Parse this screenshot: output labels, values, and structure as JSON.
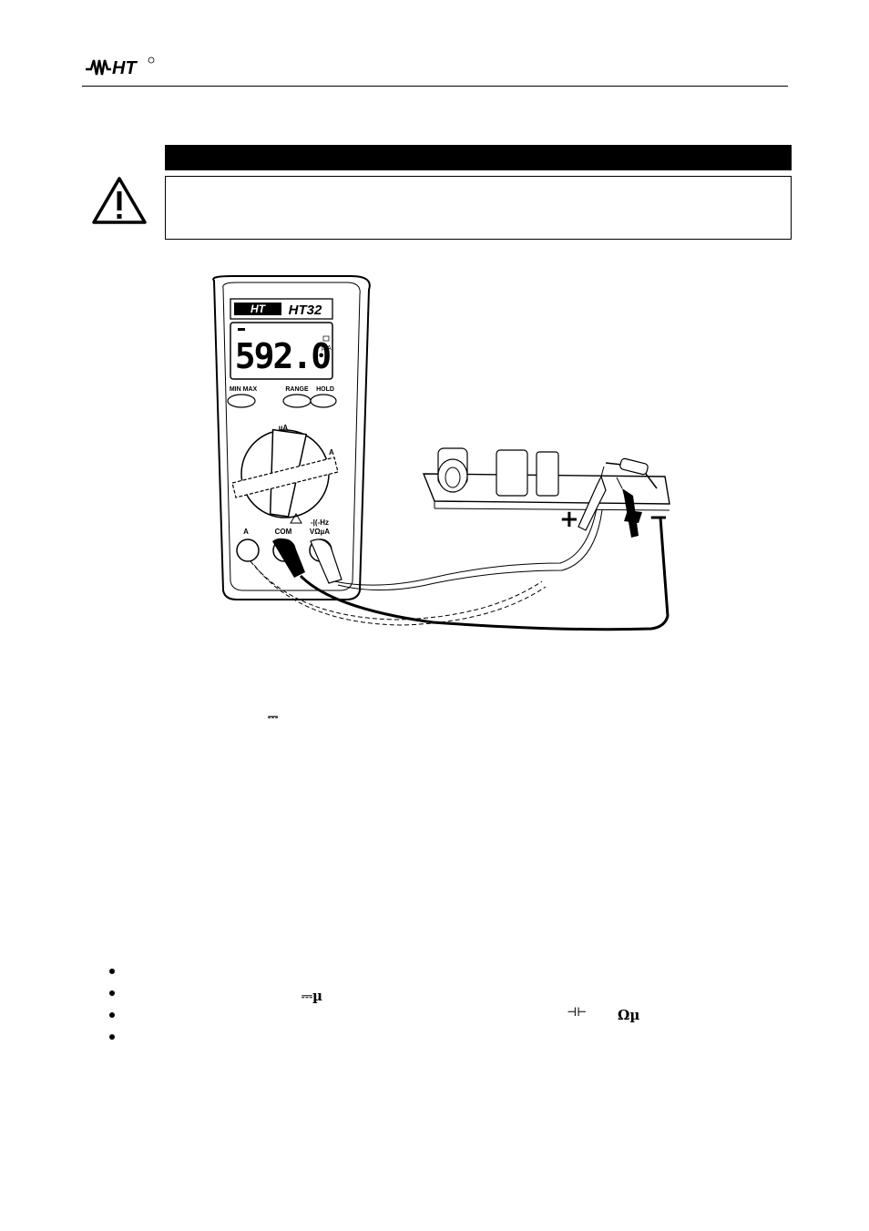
{
  "header": {
    "logo_text": "HT"
  },
  "meter": {
    "brand": "HT",
    "model": "HT32",
    "reading": "592.0",
    "unit_mu": "µ",
    "unit_a": "A",
    "buttons": [
      "MIN MAX",
      "RANGE",
      "HOLD"
    ],
    "dial_label_top": "µA",
    "dial_label_right": "A",
    "jack_labels": [
      "A",
      "COM",
      "-|(-Hz",
      "VΩµA"
    ]
  },
  "circuit": {
    "plus": "+",
    "minus": "−"
  },
  "inline_symbols": {
    "dc_symbol": "⎓",
    "dc_mu": "⎓µ",
    "cap_symbol": "⊣⊢",
    "ohm_mu": "Ωµ"
  },
  "colors": {
    "text": "#000000",
    "background": "#ffffff"
  }
}
